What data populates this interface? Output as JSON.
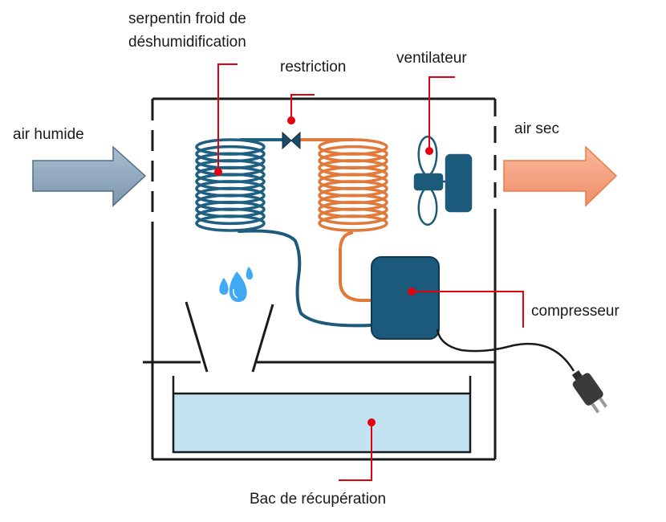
{
  "labels": {
    "cold_coil_line1": "serpentin froid de",
    "cold_coil_line2": "déshumidification",
    "restriction": "restriction",
    "fan": "ventilateur",
    "air_in": "air humide",
    "air_out": "air sec",
    "compressor": "compresseur",
    "tank": "Bac de récupération"
  },
  "colors": {
    "cold_coil": "#1e5f82",
    "hot_coil": "#e07a3a",
    "compressor": "#1b5a7a",
    "pointer": "#e3000f",
    "tank_water": "#c3e3f3",
    "air_in_arrow": "#8aa3b9",
    "air_out_arrow": "#f3a07f",
    "water_drops": "#3fa9f5"
  },
  "icons": {
    "valve": "restriction-valve-icon",
    "fan": "fan-icon",
    "drops": "water-drops-icon",
    "plug": "power-plug-icon"
  }
}
